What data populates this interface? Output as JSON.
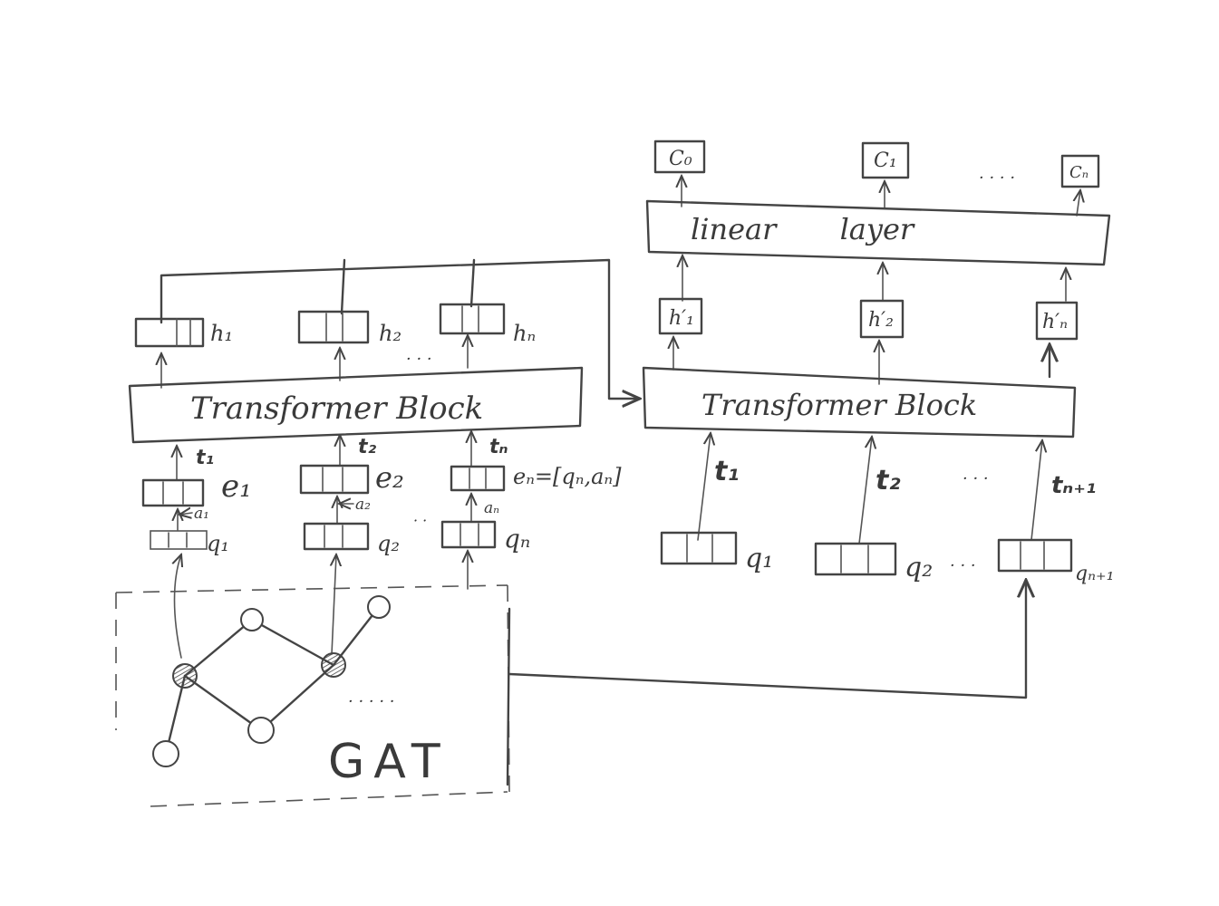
{
  "left": {
    "block_label": "Transformer Block",
    "hidden_labels": [
      "h₁",
      "h₂",
      "hₙ"
    ],
    "ellipsis": "· · ·",
    "t_labels": [
      "t₁",
      "t₂",
      "tₙ"
    ],
    "e_labels": [
      "e₁",
      "e₂",
      "eₙ=[qₙ,aₙ]"
    ],
    "a_labels": [
      "a₁",
      "a₂",
      "aₙ"
    ],
    "q_labels": [
      "q₁",
      "q₂",
      "qₙ"
    ],
    "q_ellipsis": "· ·"
  },
  "gat": {
    "label": "GAT",
    "ellipsis": "· · · · ·"
  },
  "right": {
    "block_label": "Transformer Block",
    "linear_label": "linear layer",
    "output_labels": [
      "C₀",
      "C₁",
      "Cₙ"
    ],
    "output_ellipsis": "· · · ·",
    "hidden_labels": [
      "h′₁",
      "h′₂",
      "h′ₙ"
    ],
    "t_labels": [
      "t₁",
      "t₂",
      "tₙ₊₁"
    ],
    "t_ellipsis": "· · ·",
    "q_labels": [
      "q₁",
      "q₂",
      "qₙ₊₁"
    ],
    "q_ellipsis": "· · ·"
  }
}
